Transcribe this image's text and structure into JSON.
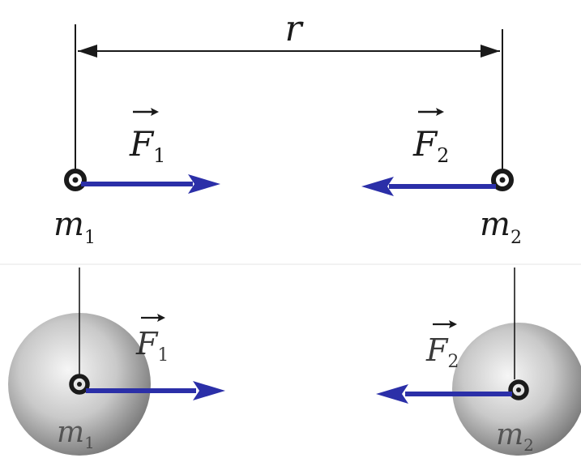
{
  "distance_label": "r",
  "top_panel": {
    "body_left": {
      "mass_symbol": "m",
      "mass_subscript": "1",
      "force_symbol": "F",
      "force_subscript": "1"
    },
    "body_right": {
      "mass_symbol": "m",
      "mass_subscript": "2",
      "force_symbol": "F",
      "force_subscript": "2"
    }
  },
  "bottom_panel": {
    "body_left": {
      "mass_symbol": "m",
      "mass_subscript": "1",
      "force_symbol": "F",
      "force_subscript": "1"
    },
    "body_right": {
      "mass_symbol": "m",
      "mass_subscript": "2",
      "force_symbol": "F",
      "force_subscript": "2"
    }
  },
  "colors": {
    "force_arrow": "#2b2fa8",
    "line": "#1a1a1a",
    "sphere_light": "#f4f4f4",
    "sphere_dark": "#8a8a8a"
  }
}
